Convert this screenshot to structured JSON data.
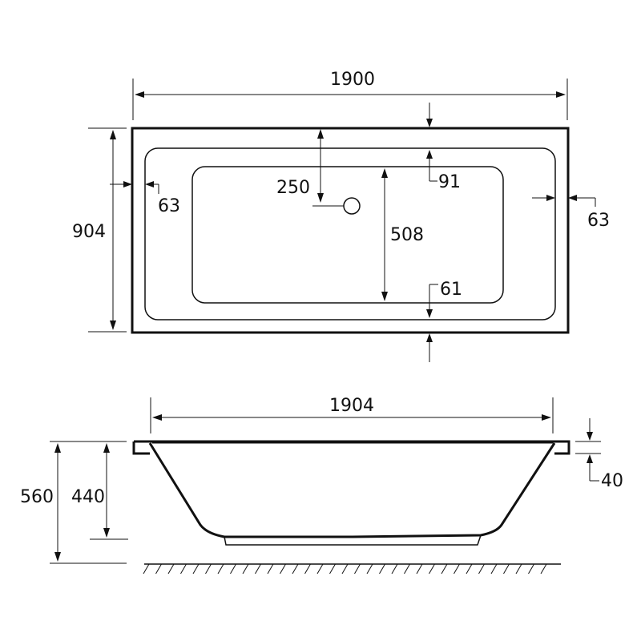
{
  "top_view": {
    "overall_length": "1900",
    "overall_width": "904",
    "rim_left": "63",
    "rim_right": "63",
    "rim_top": "91",
    "rim_bottom": "61",
    "waste_offset": "250",
    "floor_width": "508"
  },
  "side_view": {
    "rim_length": "1904",
    "total_height": "560",
    "bath_height": "440",
    "rim_thickness": "40"
  }
}
